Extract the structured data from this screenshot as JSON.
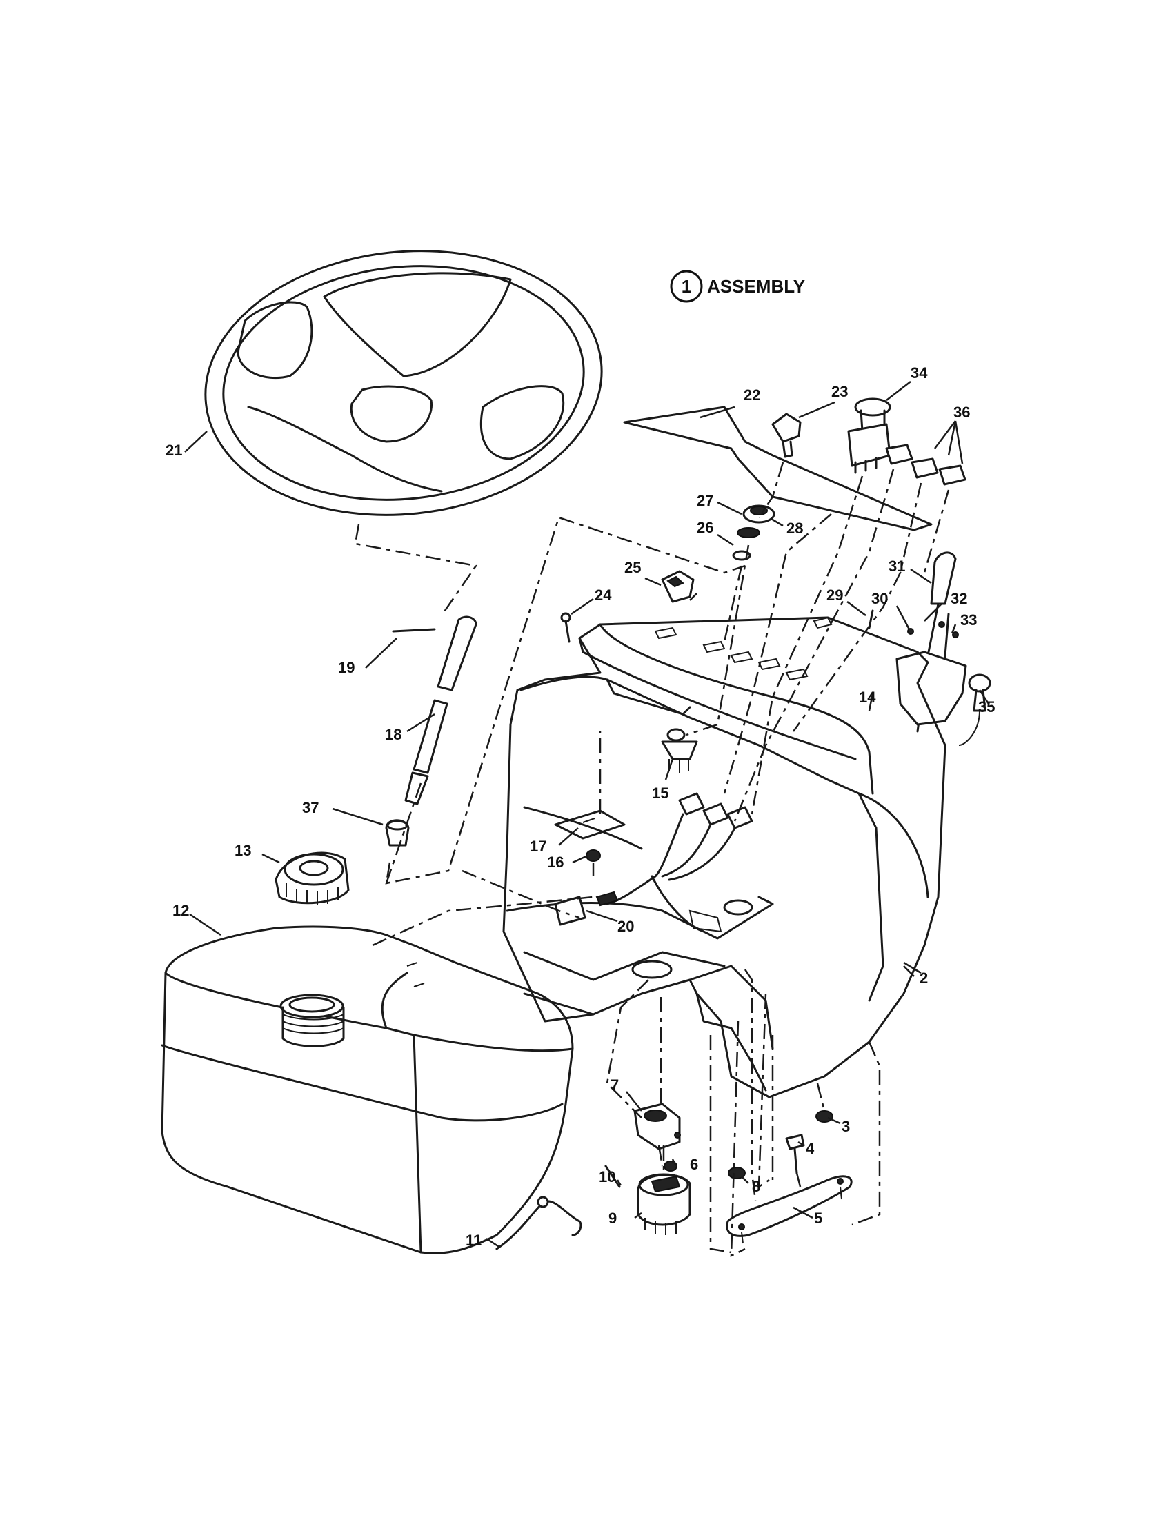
{
  "title": {
    "callout": "1",
    "text": "ASSEMBLY"
  },
  "labels": {
    "p2": "2",
    "p3": "3",
    "p4": "4",
    "p5": "5",
    "p6": "6",
    "p7": "7",
    "p8": "8",
    "p9": "9",
    "p10": "10",
    "p11": "11",
    "p12": "12",
    "p13": "13",
    "p14": "14",
    "p15": "15",
    "p16": "16",
    "p17": "17",
    "p18": "18",
    "p19": "19",
    "p20": "20",
    "p21": "21",
    "p22": "22",
    "p23": "23",
    "p24": "24",
    "p25": "25",
    "p26": "26",
    "p27": "27",
    "p28": "28",
    "p29": "29",
    "p30": "30",
    "p31": "31",
    "p32": "32",
    "p33": "33",
    "p34": "34",
    "p35": "35",
    "p36": "36",
    "p37": "37"
  }
}
